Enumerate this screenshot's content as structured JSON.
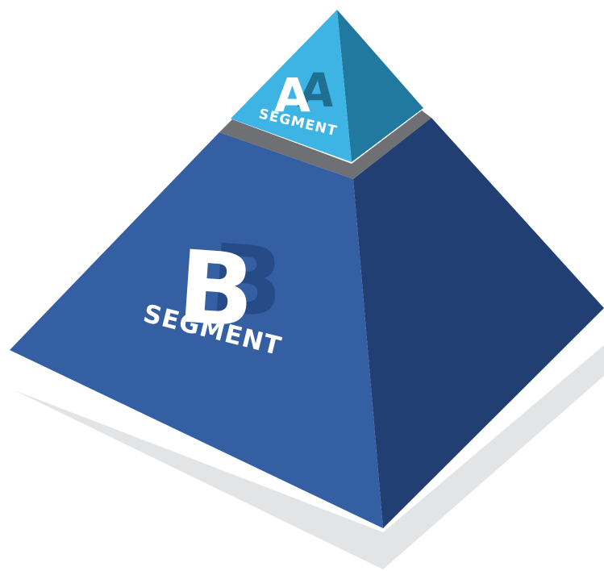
{
  "pyramid": {
    "top": {
      "letter": "A",
      "word": "SEGMENT",
      "colors": {
        "front": "#3DB4E4",
        "side": "#2279A0",
        "text": "#FFFFFF",
        "letter_shadow": "#1F6F93"
      }
    },
    "bottom": {
      "letter": "B",
      "word": "SEGMENT",
      "colors": {
        "front": "#345FA3",
        "side": "#223F73",
        "text": "#FFFFFF",
        "letter_shadow": "#264B87"
      }
    },
    "ledge_color": "#6E7073",
    "shadow_color": "#E3E4E6"
  }
}
